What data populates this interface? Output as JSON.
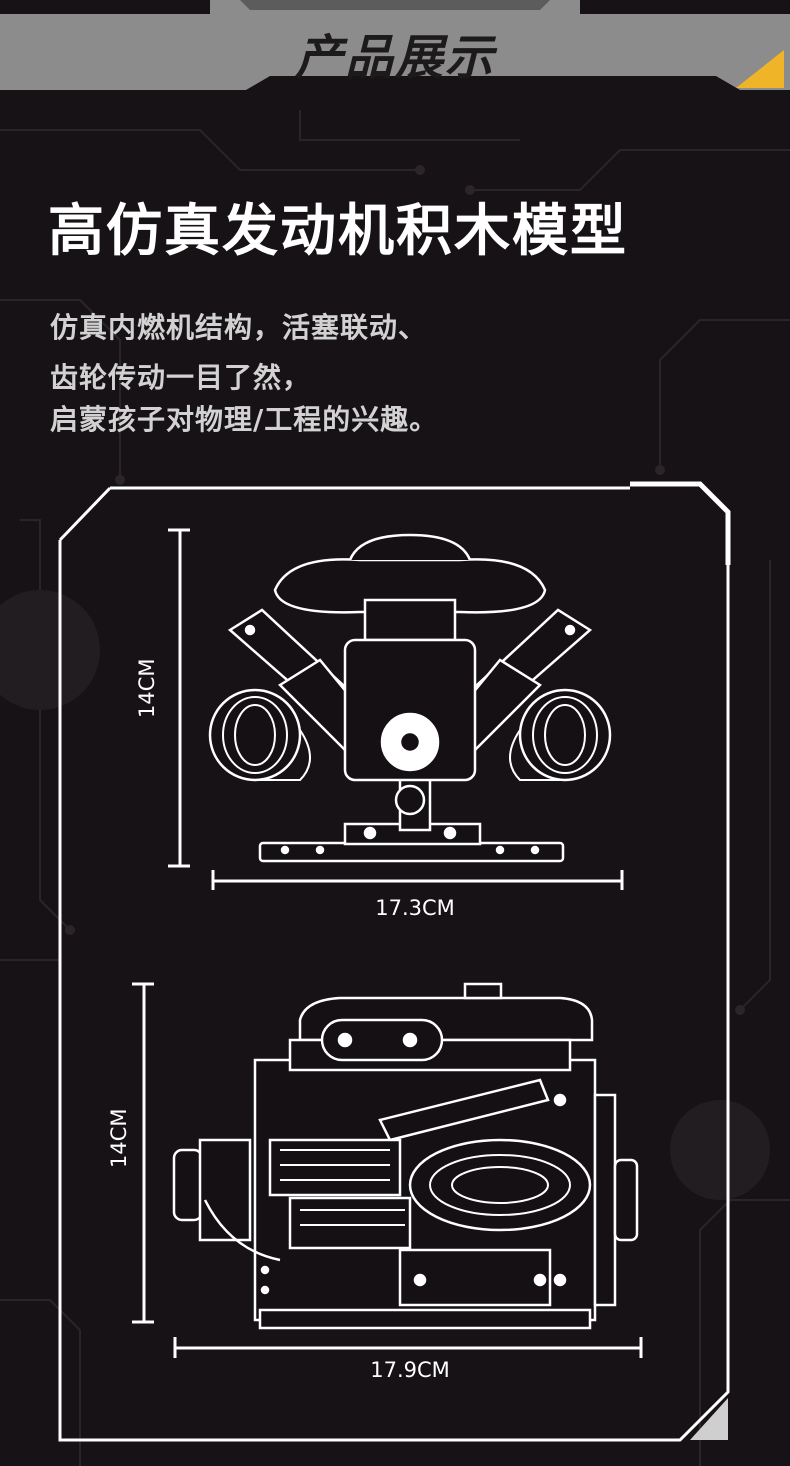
{
  "header": {
    "title": "产品展示"
  },
  "main": {
    "title": "高仿真发动机积木模型",
    "description": [
      "仿真内燃机结构，活塞联动、",
      "齿轮传动一目了然，",
      "启蒙孩子对物理/工程的兴趣。"
    ]
  },
  "views": {
    "front": {
      "height_label": "14CM",
      "width_label": "17.3CM"
    },
    "side": {
      "height_label": "14CM",
      "width_label": "17.9CM"
    }
  },
  "colors": {
    "background": "#161215",
    "accent": "#f0b429",
    "header": "#8a8a8a"
  }
}
